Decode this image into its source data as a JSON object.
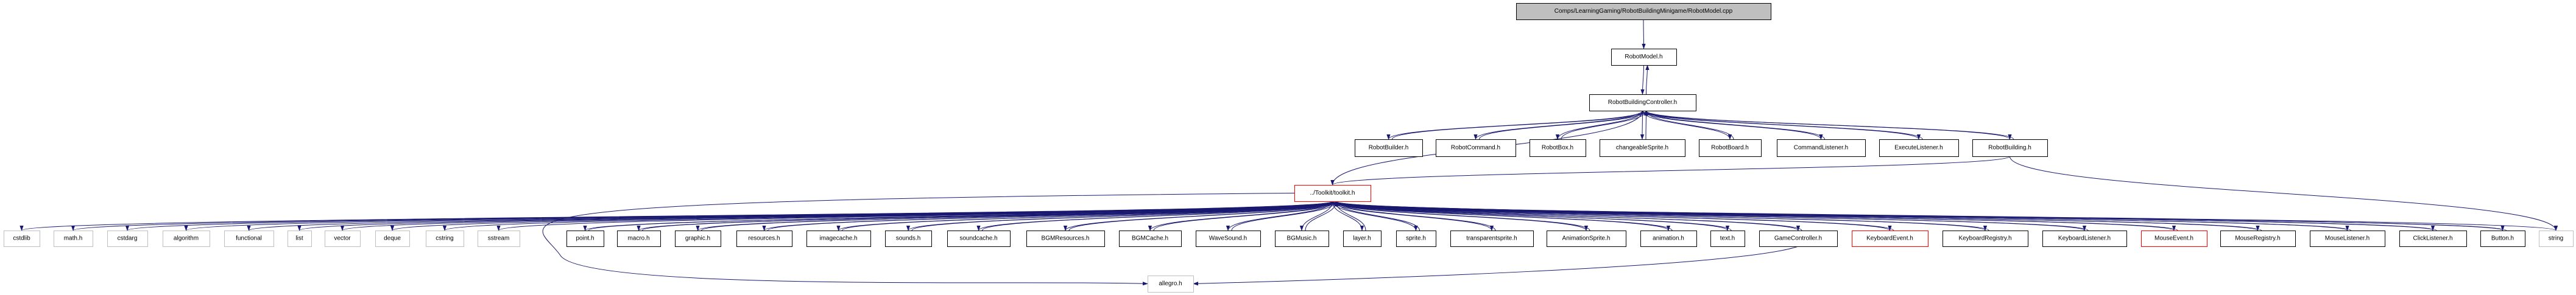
{
  "graph": {
    "title": "Comps/LearningGaming/RobotBuildingMinigame/RobotModel.cpp",
    "colors": {
      "edge": "#191970",
      "root_fill": "#bfbfbf",
      "root_border": "#000000",
      "project_border": "#000000",
      "system_border": "#bfbfbf",
      "incomplete_border": "#ff0000"
    },
    "nodes": [
      {
        "id": "root",
        "label": "Comps/LearningGaming/RobotBuildingMinigame/RobotModel.cpp",
        "kind": "root"
      },
      {
        "id": "robotmodel",
        "label": "RobotModel.h",
        "kind": "project"
      },
      {
        "id": "controller",
        "label": "RobotBuildingController.h",
        "kind": "project"
      },
      {
        "id": "robotbuilder",
        "label": "RobotBuilder.h",
        "kind": "project"
      },
      {
        "id": "robotcommand",
        "label": "RobotCommand.h",
        "kind": "project"
      },
      {
        "id": "robotbox",
        "label": "RobotBox.h",
        "kind": "project"
      },
      {
        "id": "changeablesprite",
        "label": "changeableSprite.h",
        "kind": "project"
      },
      {
        "id": "robotboard",
        "label": "RobotBoard.h",
        "kind": "project"
      },
      {
        "id": "commandlistener",
        "label": "CommandListener.h",
        "kind": "project"
      },
      {
        "id": "executelistener",
        "label": "ExecuteListener.h",
        "kind": "project"
      },
      {
        "id": "robotbuilding",
        "label": "RobotBuilding.h",
        "kind": "project"
      },
      {
        "id": "toolkit",
        "label": "../Toolkit/toolkit.h",
        "kind": "incomplete"
      },
      {
        "id": "cstdlib",
        "label": "cstdlib",
        "kind": "system"
      },
      {
        "id": "math",
        "label": "math.h",
        "kind": "system"
      },
      {
        "id": "cstdarg",
        "label": "cstdarg",
        "kind": "system"
      },
      {
        "id": "algorithm",
        "label": "algorithm",
        "kind": "system"
      },
      {
        "id": "functional",
        "label": "functional",
        "kind": "system"
      },
      {
        "id": "list",
        "label": "list",
        "kind": "system"
      },
      {
        "id": "vector",
        "label": "vector",
        "kind": "system"
      },
      {
        "id": "deque",
        "label": "deque",
        "kind": "system"
      },
      {
        "id": "cstring",
        "label": "cstring",
        "kind": "system"
      },
      {
        "id": "sstream",
        "label": "sstream",
        "kind": "system"
      },
      {
        "id": "point",
        "label": "point.h",
        "kind": "project"
      },
      {
        "id": "macro",
        "label": "macro.h",
        "kind": "project"
      },
      {
        "id": "graphic",
        "label": "graphic.h",
        "kind": "project"
      },
      {
        "id": "resources",
        "label": "resources.h",
        "kind": "project"
      },
      {
        "id": "imagecache",
        "label": "imagecache.h",
        "kind": "project"
      },
      {
        "id": "sounds",
        "label": "sounds.h",
        "kind": "project"
      },
      {
        "id": "soundcache",
        "label": "soundcache.h",
        "kind": "project"
      },
      {
        "id": "bgmresources",
        "label": "BGMResources.h",
        "kind": "project"
      },
      {
        "id": "bgmcache",
        "label": "BGMCache.h",
        "kind": "project"
      },
      {
        "id": "wavesound",
        "label": "WaveSound.h",
        "kind": "project"
      },
      {
        "id": "bgmusic",
        "label": "BGMusic.h",
        "kind": "project"
      },
      {
        "id": "layer",
        "label": "layer.h",
        "kind": "project"
      },
      {
        "id": "sprite",
        "label": "sprite.h",
        "kind": "project"
      },
      {
        "id": "transparentsprite",
        "label": "transparentsprite.h",
        "kind": "project"
      },
      {
        "id": "animationsprite",
        "label": "AnimationSprite.h",
        "kind": "project"
      },
      {
        "id": "animation",
        "label": "animation.h",
        "kind": "project"
      },
      {
        "id": "text",
        "label": "text.h",
        "kind": "project"
      },
      {
        "id": "gamecontroller",
        "label": "GameController.h",
        "kind": "project"
      },
      {
        "id": "keyboardevent",
        "label": "KeyboardEvent.h",
        "kind": "incomplete"
      },
      {
        "id": "keyboardregistry",
        "label": "KeyboardRegistry.h",
        "kind": "project"
      },
      {
        "id": "keyboardlistener",
        "label": "KeyboardListener.h",
        "kind": "project"
      },
      {
        "id": "mouseevent",
        "label": "MouseEvent.h",
        "kind": "incomplete"
      },
      {
        "id": "mouseregistry",
        "label": "MouseRegistry.h",
        "kind": "project"
      },
      {
        "id": "mouselistener",
        "label": "MouseListener.h",
        "kind": "project"
      },
      {
        "id": "clicklistener",
        "label": "ClickListener.h",
        "kind": "project"
      },
      {
        "id": "button",
        "label": "Button.h",
        "kind": "project"
      },
      {
        "id": "string",
        "label": "string",
        "kind": "system"
      },
      {
        "id": "allegro",
        "label": "allegro.h",
        "kind": "system"
      }
    ],
    "edges": [
      [
        "root",
        "robotmodel"
      ],
      [
        "robotmodel",
        "controller"
      ],
      [
        "controller",
        "robotmodel"
      ],
      [
        "controller",
        "robotbuilder"
      ],
      [
        "robotbuilder",
        "controller"
      ],
      [
        "controller",
        "robotcommand"
      ],
      [
        "robotcommand",
        "controller"
      ],
      [
        "controller",
        "robotbox"
      ],
      [
        "robotbox",
        "controller"
      ],
      [
        "controller",
        "changeablesprite"
      ],
      [
        "changeablesprite",
        "controller"
      ],
      [
        "controller",
        "robotboard"
      ],
      [
        "robotboard",
        "controller"
      ],
      [
        "controller",
        "commandlistener"
      ],
      [
        "commandlistener",
        "controller"
      ],
      [
        "controller",
        "executelistener"
      ],
      [
        "executelistener",
        "controller"
      ],
      [
        "controller",
        "robotbuilding"
      ],
      [
        "robotbuilding",
        "controller"
      ],
      [
        "controller",
        "toolkit"
      ],
      [
        "robotbuilding",
        "toolkit"
      ],
      [
        "robotbuilding",
        "string"
      ],
      [
        "toolkit",
        "cstdlib"
      ],
      [
        "toolkit",
        "math"
      ],
      [
        "toolkit",
        "cstdarg"
      ],
      [
        "toolkit",
        "algorithm"
      ],
      [
        "toolkit",
        "functional"
      ],
      [
        "toolkit",
        "list"
      ],
      [
        "toolkit",
        "vector"
      ],
      [
        "toolkit",
        "deque"
      ],
      [
        "toolkit",
        "cstring"
      ],
      [
        "toolkit",
        "sstream"
      ],
      [
        "toolkit",
        "point"
      ],
      [
        "point",
        "toolkit"
      ],
      [
        "toolkit",
        "macro"
      ],
      [
        "macro",
        "toolkit"
      ],
      [
        "toolkit",
        "graphic"
      ],
      [
        "graphic",
        "toolkit"
      ],
      [
        "toolkit",
        "resources"
      ],
      [
        "resources",
        "toolkit"
      ],
      [
        "toolkit",
        "imagecache"
      ],
      [
        "imagecache",
        "toolkit"
      ],
      [
        "toolkit",
        "sounds"
      ],
      [
        "sounds",
        "toolkit"
      ],
      [
        "toolkit",
        "soundcache"
      ],
      [
        "soundcache",
        "toolkit"
      ],
      [
        "toolkit",
        "bgmresources"
      ],
      [
        "bgmresources",
        "toolkit"
      ],
      [
        "toolkit",
        "bgmcache"
      ],
      [
        "bgmcache",
        "toolkit"
      ],
      [
        "toolkit",
        "wavesound"
      ],
      [
        "wavesound",
        "toolkit"
      ],
      [
        "toolkit",
        "bgmusic"
      ],
      [
        "bgmusic",
        "toolkit"
      ],
      [
        "toolkit",
        "layer"
      ],
      [
        "layer",
        "toolkit"
      ],
      [
        "toolkit",
        "sprite"
      ],
      [
        "sprite",
        "toolkit"
      ],
      [
        "toolkit",
        "transparentsprite"
      ],
      [
        "transparentsprite",
        "toolkit"
      ],
      [
        "toolkit",
        "animationsprite"
      ],
      [
        "animationsprite",
        "toolkit"
      ],
      [
        "toolkit",
        "animation"
      ],
      [
        "animation",
        "toolkit"
      ],
      [
        "toolkit",
        "text"
      ],
      [
        "text",
        "toolkit"
      ],
      [
        "toolkit",
        "gamecontroller"
      ],
      [
        "gamecontroller",
        "toolkit"
      ],
      [
        "toolkit",
        "keyboardevent"
      ],
      [
        "keyboardevent",
        "toolkit"
      ],
      [
        "toolkit",
        "keyboardregistry"
      ],
      [
        "keyboardregistry",
        "toolkit"
      ],
      [
        "toolkit",
        "keyboardlistener"
      ],
      [
        "keyboardlistener",
        "toolkit"
      ],
      [
        "toolkit",
        "mouseevent"
      ],
      [
        "mouseevent",
        "toolkit"
      ],
      [
        "toolkit",
        "mouseregistry"
      ],
      [
        "mouseregistry",
        "toolkit"
      ],
      [
        "toolkit",
        "mouselistener"
      ],
      [
        "mouselistener",
        "toolkit"
      ],
      [
        "toolkit",
        "clicklistener"
      ],
      [
        "clicklistener",
        "toolkit"
      ],
      [
        "toolkit",
        "button"
      ],
      [
        "button",
        "toolkit"
      ],
      [
        "toolkit",
        "string"
      ],
      [
        "toolkit",
        "allegro"
      ],
      [
        "gamecontroller",
        "allegro"
      ]
    ]
  }
}
